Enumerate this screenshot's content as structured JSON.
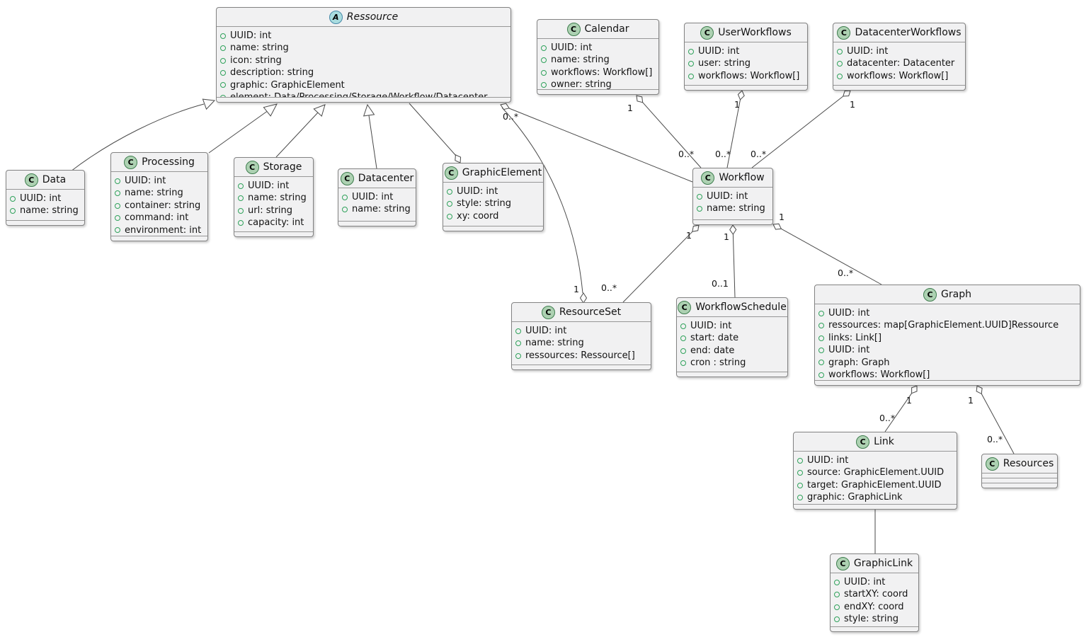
{
  "classes": [
    {
      "id": "ressource",
      "kind": "A",
      "name": "Ressource",
      "attributes": [
        "UUID: int",
        "name: string",
        "icon: string",
        "description: string",
        "graphic: GraphicElement",
        "element: Data/Processing/Storage/Workflow/Datacenter"
      ]
    },
    {
      "id": "calendar",
      "kind": "C",
      "name": "Calendar",
      "attributes": [
        "UUID: int",
        "name: string",
        "workflows: Workflow[]",
        "owner: string"
      ]
    },
    {
      "id": "userworkflows",
      "kind": "C",
      "name": "UserWorkflows",
      "attributes": [
        "UUID: int",
        "user: string",
        "workflows: Workflow[]"
      ]
    },
    {
      "id": "datacenterworkflows",
      "kind": "C",
      "name": "DatacenterWorkflows",
      "attributes": [
        "UUID: int",
        "datacenter: Datacenter",
        "workflows: Workflow[]"
      ]
    },
    {
      "id": "data",
      "kind": "C",
      "name": "Data",
      "attributes": [
        "UUID: int",
        "name: string"
      ]
    },
    {
      "id": "processing",
      "kind": "C",
      "name": "Processing",
      "attributes": [
        "UUID: int",
        "name: string",
        "container: string",
        "command: int",
        "environment: int"
      ]
    },
    {
      "id": "storage",
      "kind": "C",
      "name": "Storage",
      "attributes": [
        "UUID: int",
        "name: string",
        "url: string",
        "capacity: int"
      ]
    },
    {
      "id": "datacenter",
      "kind": "C",
      "name": "Datacenter",
      "attributes": [
        "UUID: int",
        "name: string"
      ]
    },
    {
      "id": "graphicelement",
      "kind": "C",
      "name": "GraphicElement",
      "attributes": [
        "UUID: int",
        "style: string",
        "xy: coord"
      ]
    },
    {
      "id": "workflow",
      "kind": "C",
      "name": "Workflow",
      "attributes": [
        "UUID: int",
        "name: string"
      ]
    },
    {
      "id": "resourceset",
      "kind": "C",
      "name": "ResourceSet",
      "attributes": [
        "UUID: int",
        "name: string",
        "ressources: Ressource[]"
      ]
    },
    {
      "id": "workflowschedule",
      "kind": "C",
      "name": "WorkflowSchedule",
      "attributes": [
        "UUID: int",
        "start: date",
        "end: date",
        "cron : string"
      ]
    },
    {
      "id": "graph",
      "kind": "C",
      "name": "Graph",
      "attributes": [
        "UUID: int",
        "ressources: map[GraphicElement.UUID]Ressource",
        "links: Link[]",
        "UUID: int",
        "graph: Graph",
        "workflows: Workflow[]"
      ]
    },
    {
      "id": "link",
      "kind": "C",
      "name": "Link",
      "attributes": [
        "UUID: int",
        "source: GraphicElement.UUID",
        "target: GraphicElement.UUID",
        "graphic: GraphicLink"
      ]
    },
    {
      "id": "resources",
      "kind": "C",
      "name": "Resources",
      "attributes": []
    },
    {
      "id": "graphiclink",
      "kind": "C",
      "name": "GraphicLink",
      "attributes": [
        "UUID: int",
        "startXY: coord",
        "endXY: coord",
        "style: string"
      ]
    }
  ],
  "labels": [
    {
      "text": "0..*"
    },
    {
      "text": "1"
    },
    {
      "text": "0..*"
    },
    {
      "text": "1"
    },
    {
      "text": "0..*"
    },
    {
      "text": "1"
    },
    {
      "text": "0..*"
    },
    {
      "text": "1"
    },
    {
      "text": "0..*"
    },
    {
      "text": "1"
    },
    {
      "text": "1"
    },
    {
      "text": "0..1"
    },
    {
      "text": "1"
    },
    {
      "text": "0..*"
    },
    {
      "text": "1"
    },
    {
      "text": "0..*"
    },
    {
      "text": "1"
    },
    {
      "text": "0..*"
    }
  ],
  "colors": {
    "class_fill": "#F1F1F2",
    "class_border": "#838383",
    "class_icon_fill": "#ADD1B2",
    "abstract_icon_fill": "#A9DCDF",
    "icon_border_green": "#3E7D4E",
    "icon_border_blue": "#4788A8",
    "field_dot_green": "#2FA25B",
    "edge_color": "#4A4A4A"
  }
}
